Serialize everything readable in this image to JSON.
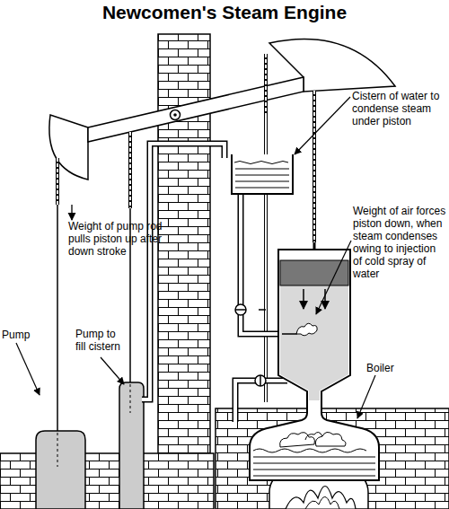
{
  "diagram": {
    "title": "Newcomen's Steam Engine",
    "labels": [
      "Cistern of water to condense steam under piston",
      "Weight of pump rod pulls piston up after down stroke",
      "Weight of air forces piston down, when steam condenses owing to injection of cold spray of water",
      "Pump",
      "Pump to fill cistern",
      "Boiler"
    ]
  }
}
